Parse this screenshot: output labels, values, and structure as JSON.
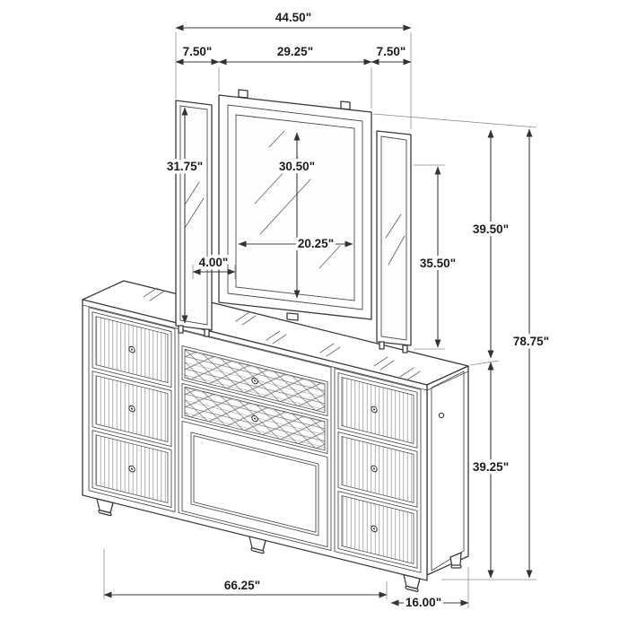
{
  "diagram": {
    "subject": "dresser-with-trifold-mirror-dimension-drawing",
    "ink_color": "#3a3a3a",
    "dimension_text_color": "#1c1c1c",
    "dimensions": {
      "total_width": "44.50\"",
      "left_mirror_width": "7.50\"",
      "center_mirror_width": "29.25\"",
      "right_mirror_width": "7.50\"",
      "left_mirror_height": "31.75\"",
      "center_mirror_glass_height": "30.50\"",
      "center_mirror_glass_width": "20.25\"",
      "mirror_offset": "4.00\"",
      "side_mirror_height": "35.50\"",
      "mirror_height": "39.50\"",
      "overall_height": "78.75\"",
      "dresser_height": "39.25\"",
      "dresser_width": "66.25\"",
      "dresser_depth": "16.00\""
    }
  }
}
